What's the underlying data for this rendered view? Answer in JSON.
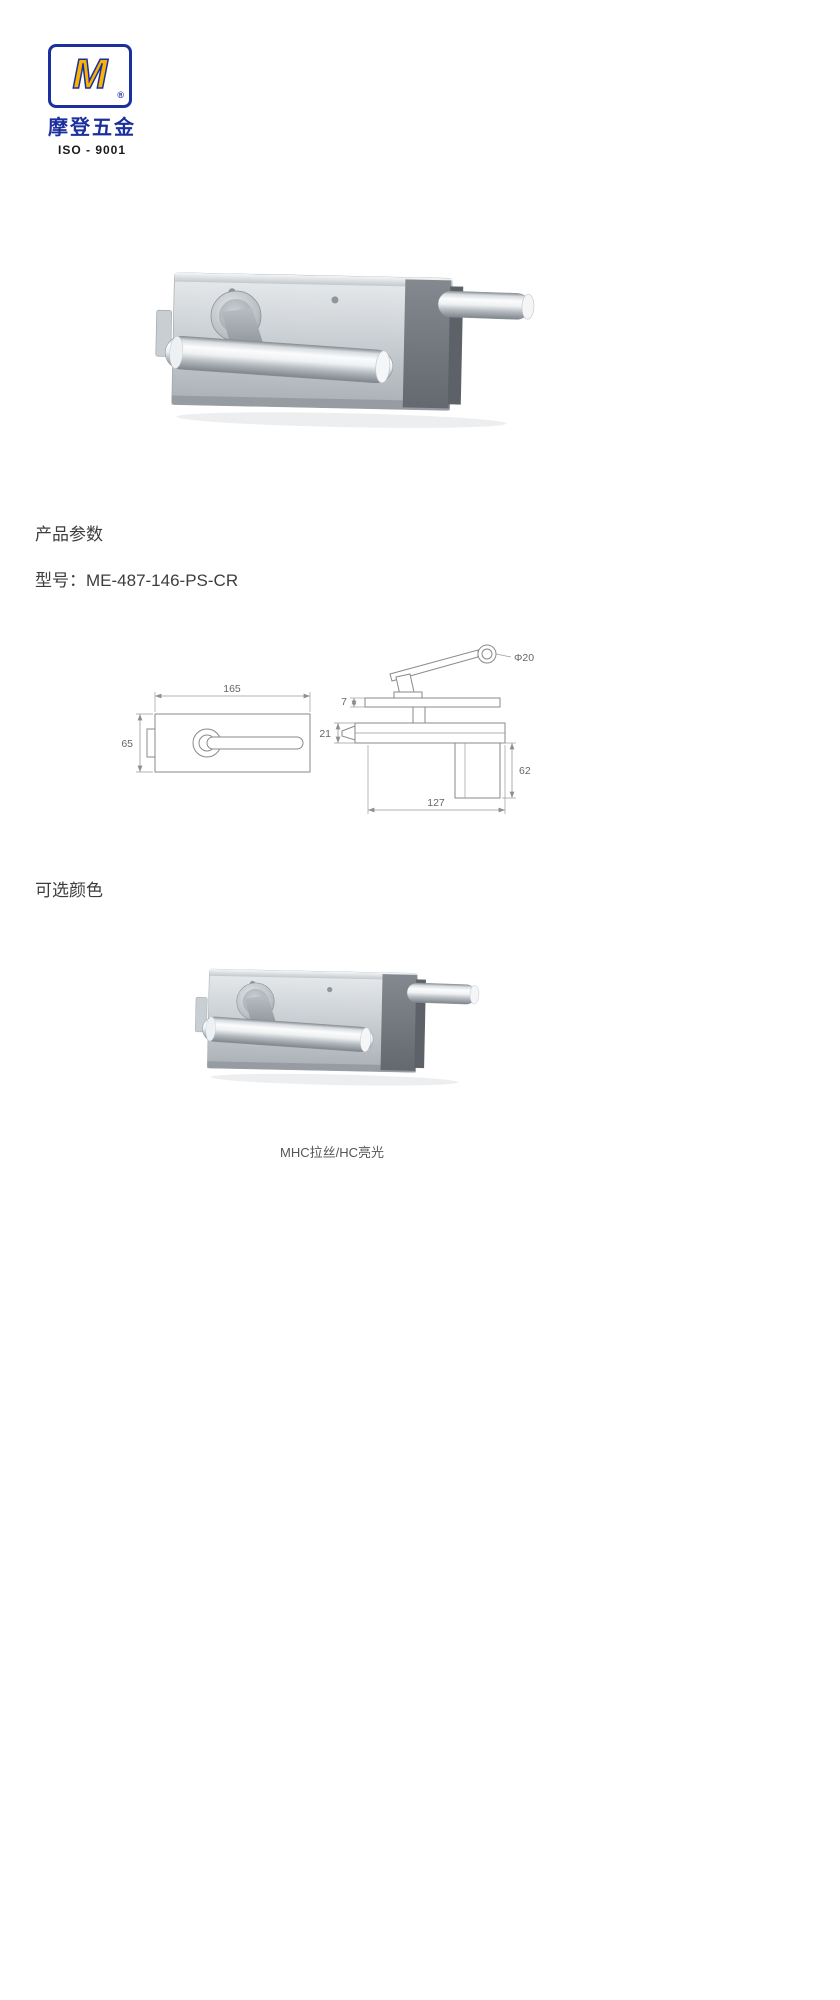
{
  "logo": {
    "monogram": "M",
    "registered": "®",
    "brand": "摩登五金",
    "iso": "ISO - 9001"
  },
  "product": {
    "params_title": "产品参数",
    "model": "型号：ME-487-146-PS-CR",
    "colors_title": "可选颜色",
    "finish_caption": "MHC拉丝/HC亮光"
  },
  "drawing": {
    "front": {
      "width": "165",
      "height": "65"
    },
    "side": {
      "diameter": "Φ20",
      "plate_thickness": "7",
      "body_thickness": "21",
      "drop_height": "62",
      "base_width": "127"
    }
  },
  "colors": {
    "brand_blue": "#1c2f9e",
    "brand_yellow": "#f8b400",
    "text_dark": "#3d3d3d",
    "caption_gray": "#555555"
  }
}
